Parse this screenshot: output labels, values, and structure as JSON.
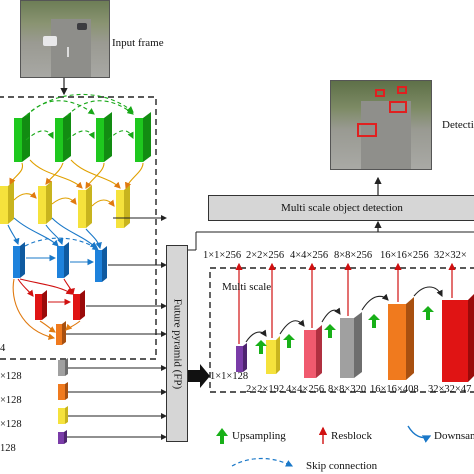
{
  "input_frame": {
    "label": "Input frame"
  },
  "detection": {
    "label": "Detecti"
  },
  "multi_scale_detection": {
    "label": "Multi scale object detection"
  },
  "fp_box": {
    "label": "Future pyramid (FP)"
  },
  "multi_scale": {
    "label": "Multi scale"
  },
  "top_dims": [
    "1×1×256",
    "2×2×256",
    "4×4×256",
    "8×8×256",
    "16×16×256",
    "32×32×"
  ],
  "bottom_dims": [
    "1×1×128",
    "2×2×192",
    "4×4×256",
    "8×8×320",
    "16×16×408",
    "32×32×47"
  ],
  "left_dims": [
    "4",
    "×128",
    "×128",
    "×128",
    "128"
  ],
  "legend": {
    "upsampling": "Upsampling",
    "resblock": "Resblock",
    "downsampling": "Downsam",
    "skip": "Skip connection"
  },
  "colors": {
    "green": "#1ec81e",
    "yellow": "#f5e23c",
    "blue": "#1e82dc",
    "red": "#e01414",
    "orange": "#f07a1e",
    "gray": "#a0a0a0",
    "purple": "#7a3ca8",
    "pink": "#f05a6e"
  }
}
